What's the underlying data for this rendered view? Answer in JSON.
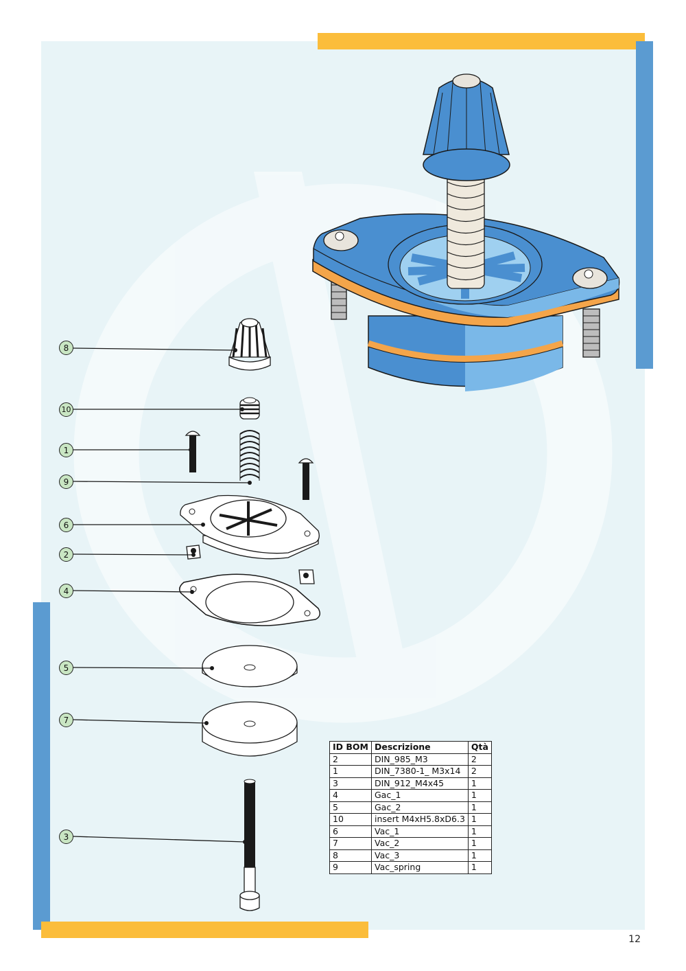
{
  "page": {
    "number": "12"
  },
  "callouts": {
    "c8": "8",
    "c10": "10",
    "c1": "1",
    "c9": "9",
    "c6": "6",
    "c2": "2",
    "c4": "4",
    "c5": "5",
    "c7": "7",
    "c3": "3"
  },
  "bom": {
    "headers": {
      "id": "ID BOM",
      "description": "Descrizione",
      "qty": "Qtà"
    },
    "rows": [
      {
        "id": "2",
        "description": "DIN_985_M3",
        "qty": "2"
      },
      {
        "id": "1",
        "description": "DIN_7380-1_ M3x14",
        "qty": "2"
      },
      {
        "id": "3",
        "description": "DIN_912_M4x45",
        "qty": "1"
      },
      {
        "id": "4",
        "description": "Gac_1",
        "qty": "1"
      },
      {
        "id": "5",
        "description": "Gac_2",
        "qty": "1"
      },
      {
        "id": "10",
        "description": "insert M4xH5.8xD6.3",
        "qty": "1"
      },
      {
        "id": "6",
        "description": "Vac_1",
        "qty": "1"
      },
      {
        "id": "7",
        "description": "Vac_2",
        "qty": "1"
      },
      {
        "id": "8",
        "description": "Vac_3",
        "qty": "1"
      },
      {
        "id": "9",
        "description": "Vac_spring",
        "qty": "1"
      }
    ]
  },
  "colors": {
    "panel": "#e8f4f7",
    "accent_orange": "#fbbd3b",
    "accent_blue": "#5b9bd1",
    "part_blue": "#4a8fd0",
    "part_blue_light": "#7ab8e8",
    "gasket_orange": "#f4a54a",
    "callout_fill": "#c9e6c3"
  }
}
